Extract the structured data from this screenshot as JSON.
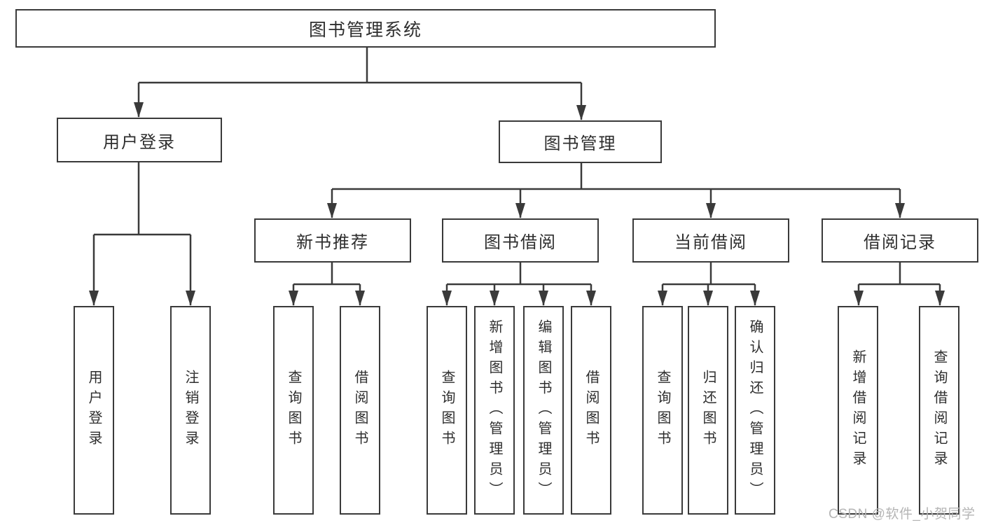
{
  "diagram": {
    "tree": {
      "root": {
        "label": "图书管理系统",
        "children": [
          {
            "label": "用户登录",
            "children": [
              {
                "label": "用户登录"
              },
              {
                "label": "注销登录"
              }
            ]
          },
          {
            "label": "图书管理",
            "children": [
              {
                "label": "新书推荐",
                "children": [
                  {
                    "label": "查询图书"
                  },
                  {
                    "label": "借阅图书"
                  }
                ]
              },
              {
                "label": "图书借阅",
                "children": [
                  {
                    "label": "查询图书"
                  },
                  {
                    "label": "新增图书（管理员）"
                  },
                  {
                    "label": "编辑图书（管理员）"
                  },
                  {
                    "label": "借阅图书"
                  }
                ]
              },
              {
                "label": "当前借阅",
                "children": [
                  {
                    "label": "查询图书"
                  },
                  {
                    "label": "归还图书"
                  },
                  {
                    "label": "确认归还（管理员）"
                  }
                ]
              },
              {
                "label": "借阅记录",
                "children": [
                  {
                    "label": "新增借阅记录"
                  },
                  {
                    "label": "查询借阅记录"
                  }
                ]
              }
            ]
          }
        ]
      }
    },
    "colors": {
      "line": "#3a3a3a",
      "text": "#2e2e2e",
      "background": "#ffffff",
      "watermark": "#b5b5b5"
    }
  },
  "watermark": {
    "text": "CSDN @软件_小贺同学"
  }
}
